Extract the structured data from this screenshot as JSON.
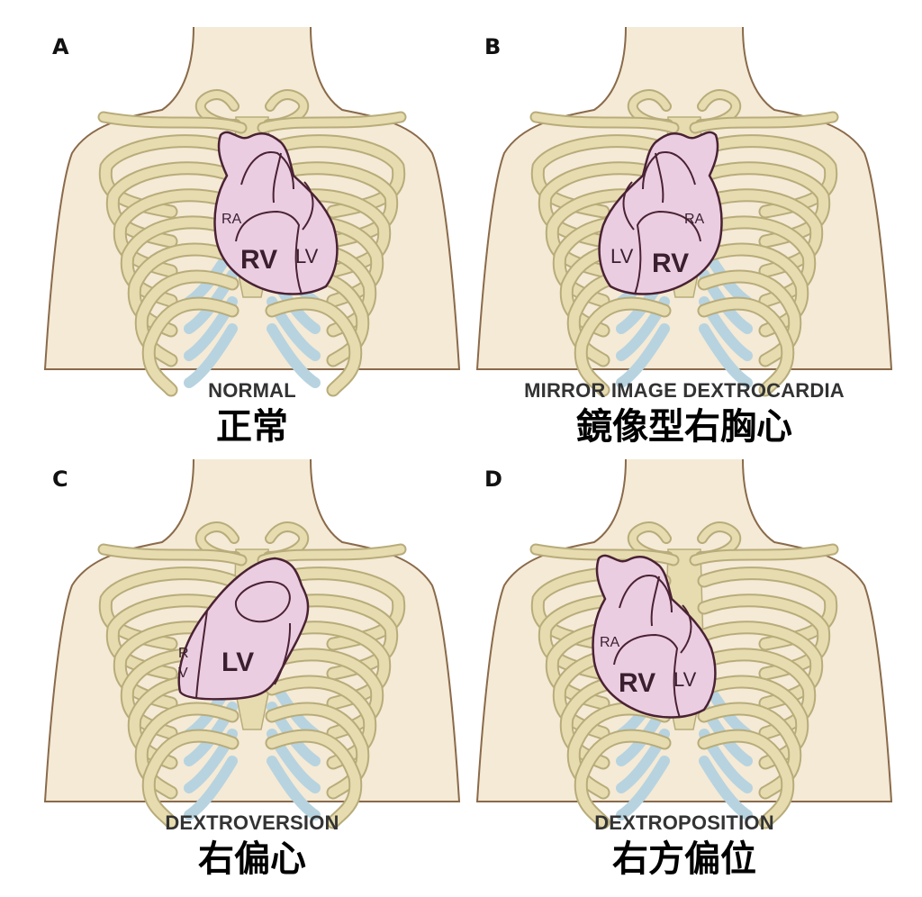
{
  "panels": [
    {
      "letter": "A",
      "caption_en": "NORMAL",
      "caption_zh": "正常",
      "labels": {
        "ra": "RA",
        "rv": "RV",
        "lv": "LV"
      }
    },
    {
      "letter": "B",
      "caption_en": "MIRROR IMAGE DEXTROCARDIA",
      "caption_zh": "鏡像型右胸心",
      "labels": {
        "ra": "RA",
        "rv": "RV",
        "lv": "LV"
      }
    },
    {
      "letter": "C",
      "caption_en": "DEXTROVERSION",
      "caption_zh": "右偏心",
      "labels": {
        "r": "R",
        "v": "V",
        "lv": "LV"
      }
    },
    {
      "letter": "D",
      "caption_en": "DEXTROPOSITION",
      "caption_zh": "右方偏位",
      "labels": {
        "ra": "RA",
        "rv": "RV",
        "lv": "LV"
      }
    }
  ],
  "colors": {
    "skin": "#f4ead6",
    "skin_outline": "#8a6a4a",
    "bone": "#e6dcb0",
    "bone_outline": "#b8ac7a",
    "cartilage": "#b7d3e0",
    "heart": "#ebcde2",
    "heart_outline": "#4a2233"
  }
}
